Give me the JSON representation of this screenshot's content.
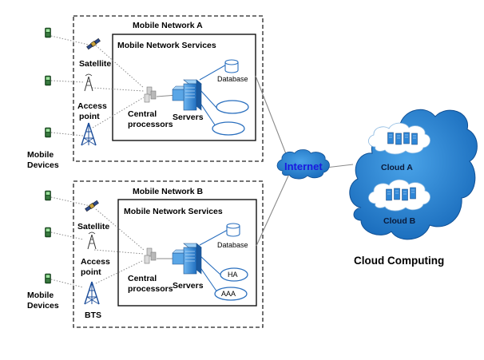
{
  "network_a": {
    "title": "Mobile Network A",
    "services_title": "Mobile Network Services",
    "satellite_label": "Satellite",
    "access_point_label": "Access point",
    "access_point_line1": "Access",
    "access_point_line2": "point",
    "mobile_devices_line1": "Mobile",
    "mobile_devices_line2": "Devices",
    "central_line1": "Central",
    "central_line2": "processors",
    "servers_label": "Servers",
    "database_label": "Database"
  },
  "network_b": {
    "title": "Mobile Network B",
    "services_title": "Mobile Network Services",
    "satellite_label": "Satellite",
    "access_point_line1": "Access",
    "access_point_line2": "point",
    "bts_label": "BTS",
    "mobile_devices_line1": "Mobile",
    "mobile_devices_line2": "Devices",
    "central_line1": "Central",
    "central_line2": "processors",
    "servers_label": "Servers",
    "database_label": "Database",
    "ha_label": "HA",
    "aaa_label": "AAA"
  },
  "internet_label": "Internet",
  "cloud": {
    "cloud_a_label": "Cloud A",
    "cloud_b_label": "Cloud B",
    "title": "Cloud Computing"
  },
  "colors": {
    "cloud_blue": "#1f7fd0",
    "server_blue": "#2e86d6",
    "phone_green": "#2d8a3a",
    "internet_text": "#1a1ae0"
  }
}
